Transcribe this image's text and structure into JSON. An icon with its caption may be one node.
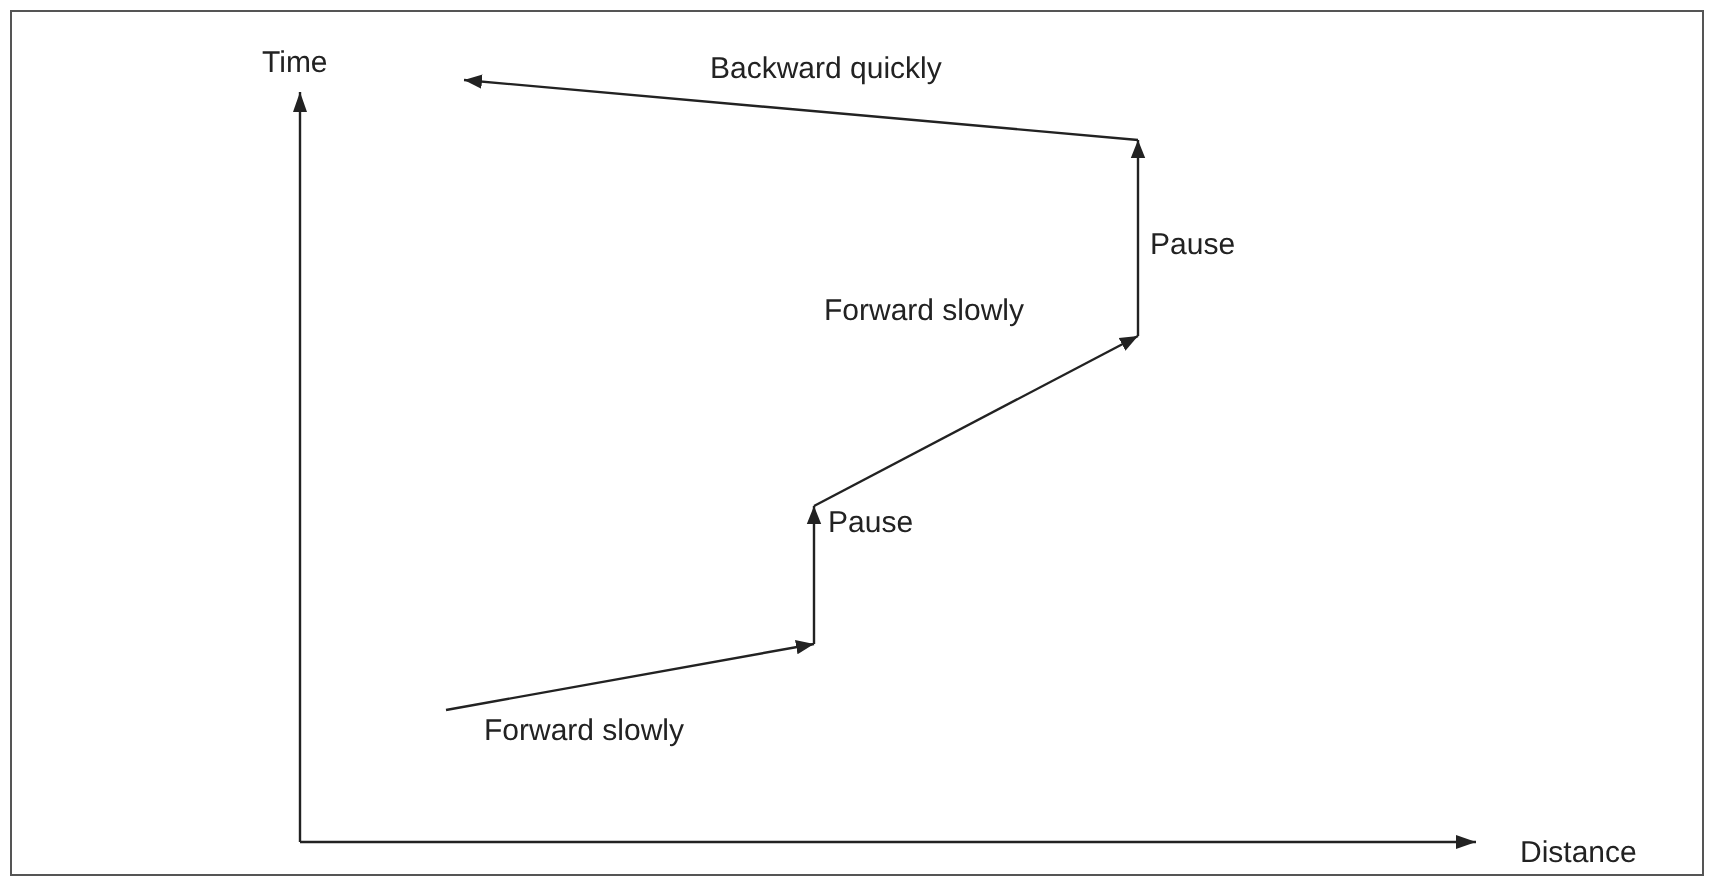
{
  "diagram": {
    "labels": [
      "Time",
      "Backward quickly",
      "Pause",
      "Forward slowly",
      "Pause",
      "Forward slowly",
      "Distance"
    ]
  }
}
